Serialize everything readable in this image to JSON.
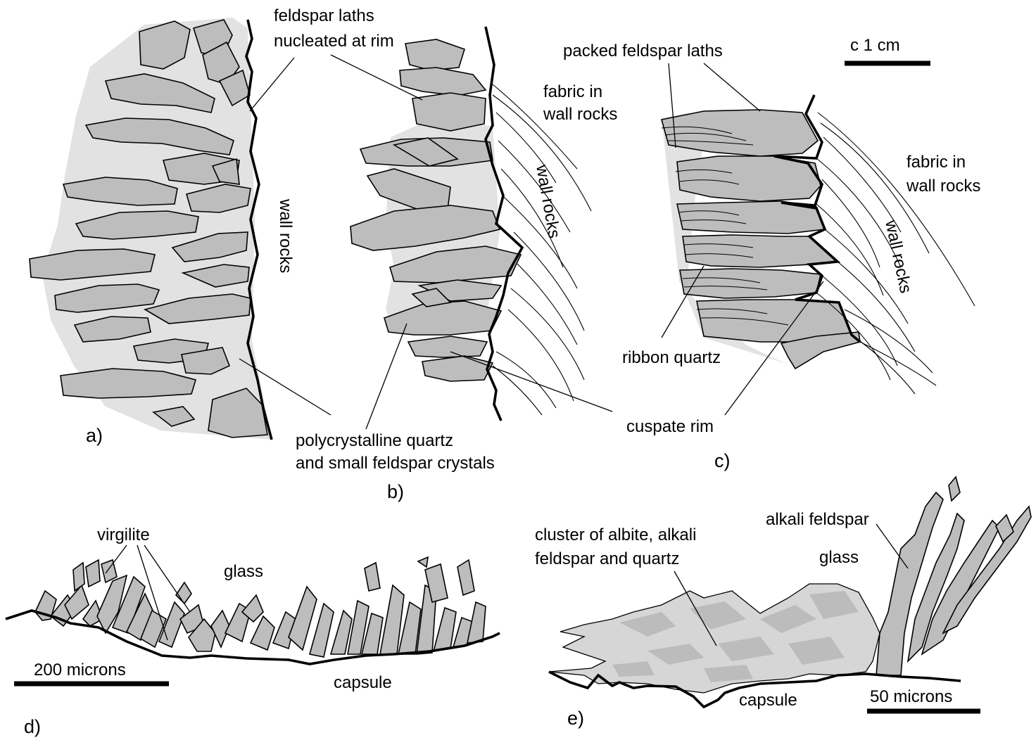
{
  "panels": {
    "a": {
      "letter": "a)",
      "labels": {
        "feldspar_laths": [
          "feldspar laths",
          "nucleated at rim"
        ],
        "wall_rocks": "wall rocks"
      }
    },
    "b": {
      "letter": "b)",
      "labels": {
        "fabric": [
          "fabric in",
          "wall rocks"
        ],
        "wall_rocks": "wall rocks",
        "polycrystalline": [
          "polycrystalline quartz",
          "and small feldspar crystals"
        ]
      }
    },
    "c": {
      "letter": "c)",
      "labels": {
        "packed": "packed feldspar laths",
        "scale": "c 1 cm",
        "fabric": [
          "fabric in",
          "wall rocks"
        ],
        "wall_rocks": "wall rocks",
        "ribbon_quartz": "ribbon quartz",
        "cuspate_rim": "cuspate rim"
      }
    },
    "d": {
      "letter": "d)",
      "labels": {
        "virgilite": "virgilite",
        "glass": "glass",
        "scale": "200 microns",
        "capsule": "capsule"
      }
    },
    "e": {
      "letter": "e)",
      "labels": {
        "cluster": [
          "cluster of albite, alkali",
          "feldspar and quartz"
        ],
        "alkali_feldspar": "alkali feldspar",
        "glass": "glass",
        "capsule": "capsule",
        "scale": "50 microns"
      }
    }
  },
  "colors": {
    "crystal_fill": "#bdbdbd",
    "quartz_halo": "#e2e2e2",
    "outline": "#000000",
    "background": "#ffffff"
  }
}
